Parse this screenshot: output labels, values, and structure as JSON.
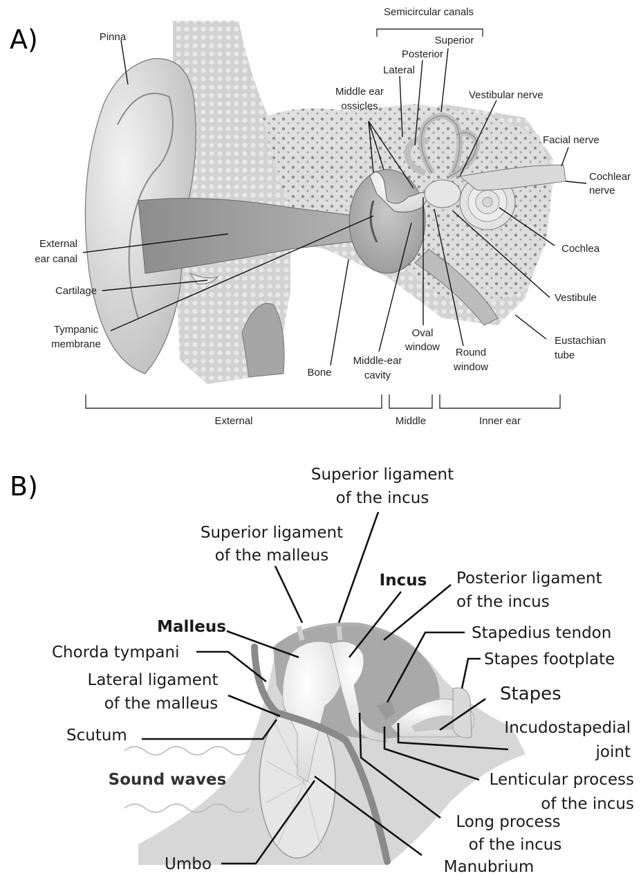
{
  "panel_a": {
    "letter": "A)",
    "labels": {
      "semicircular_canals": "Semicircular canals",
      "superior": "Superior",
      "posterior": "Posterior",
      "lateral": "Lateral",
      "pinna": "Pinna",
      "middle_ear_ossicles_1": "Middle ear",
      "middle_ear_ossicles_2": "ossicles",
      "vestibular_nerve": "Vestibular nerve",
      "facial_nerve": "Facial nerve",
      "cochlear_nerve_1": "Cochlear",
      "cochlear_nerve_2": "nerve",
      "external_ear_canal_1": "External",
      "external_ear_canal_2": "ear canal",
      "cochlea": "Cochlea",
      "cartilage": "Cartilage",
      "vestibule": "Vestibule",
      "tympanic_membrane_1": "Tympanic",
      "tympanic_membrane_2": "membrane",
      "oval_window_1": "Oval",
      "oval_window_2": "window",
      "eustachian_tube_1": "Eustachian",
      "eustachian_tube_2": "tube",
      "round_window_1": "Round",
      "round_window_2": "window",
      "middle_ear_cavity_1": "Middle-ear",
      "middle_ear_cavity_2": "cavity",
      "bone": "Bone",
      "external": "External",
      "middle": "Middle",
      "inner_ear": "Inner ear"
    }
  },
  "panel_b": {
    "letter": "B)",
    "labels": {
      "sup_lig_incus_1": "Superior ligament",
      "sup_lig_incus_2": "of the incus",
      "sup_lig_malleus_1": "Superior ligament",
      "sup_lig_malleus_2": "of the malleus",
      "incus": "Incus",
      "post_lig_incus_1": "Posterior ligament",
      "post_lig_incus_2": "of the incus",
      "malleus": "Malleus",
      "stapedius_tendon": "Stapedius tendon",
      "chorda_tympani": "Chorda tympani",
      "stapes_footplate": "Stapes footplate",
      "lat_lig_malleus_1": "Lateral ligament",
      "lat_lig_malleus_2": "of the malleus",
      "stapes": "Stapes",
      "incudostapedial_1": "Incudostapedial",
      "incudostapedial_2": "joint",
      "scutum": "Scutum",
      "sound_waves": "Sound waves",
      "lenticular_1": "Lenticular process",
      "lenticular_2": "of the incus",
      "long_process_1": "Long process",
      "long_process_2": "of the incus",
      "umbo": "Umbo",
      "manubrium": "Manubrium"
    }
  }
}
